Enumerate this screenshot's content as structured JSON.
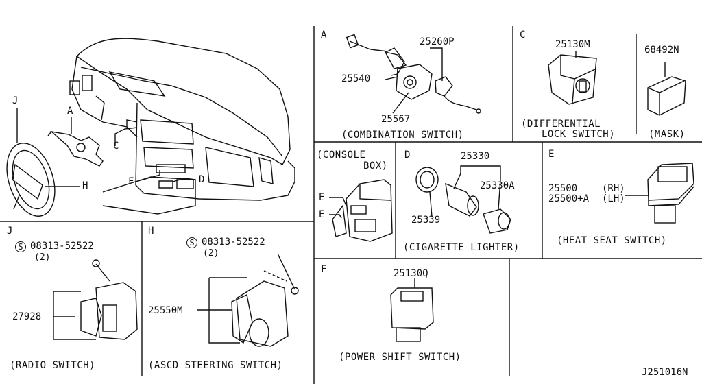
{
  "sections": {
    "overview": {
      "callouts": [
        "J",
        "A",
        "C",
        "F",
        "D",
        "H"
      ]
    },
    "A": {
      "letter": "A",
      "parts": [
        "25540",
        "25260P",
        "25567"
      ],
      "caption": "(COMBINATION SWITCH)"
    },
    "C": {
      "letter": "C",
      "parts": [
        "25130M",
        "68492N"
      ],
      "caption_line1": "(DIFFERENTIAL",
      "caption_line2": "LOCK SWITCH)",
      "caption2": "(MASK)"
    },
    "console": {
      "title_line1": "(CONSOLE",
      "title_line2": "BOX)",
      "callouts": [
        "E",
        "E"
      ]
    },
    "D": {
      "letter": "D",
      "parts": [
        "25330",
        "25330A",
        "25339"
      ],
      "caption": "(CIGARETTE LIGHTER)"
    },
    "E": {
      "letter": "E",
      "part1": "25500",
      "part1_side": "(RH)",
      "part2": "25500+A",
      "part2_side": "(LH)",
      "caption": "(HEAT SEAT SWITCH)"
    },
    "J": {
      "letter": "J",
      "screw_symbol": "S",
      "screw_part": "08313-52522",
      "screw_qty": "(2)",
      "part": "27928",
      "caption": "(RADIO SWITCH)"
    },
    "H": {
      "letter": "H",
      "screw_symbol": "S",
      "screw_part": "08313-52522",
      "screw_qty": "(2)",
      "part": "25550M",
      "caption": "(ASCD STEERING SWITCH)"
    },
    "F": {
      "letter": "F",
      "part": "25130Q",
      "caption": "(POWER SHIFT SWITCH)"
    }
  },
  "diagram_code": "J251016N"
}
